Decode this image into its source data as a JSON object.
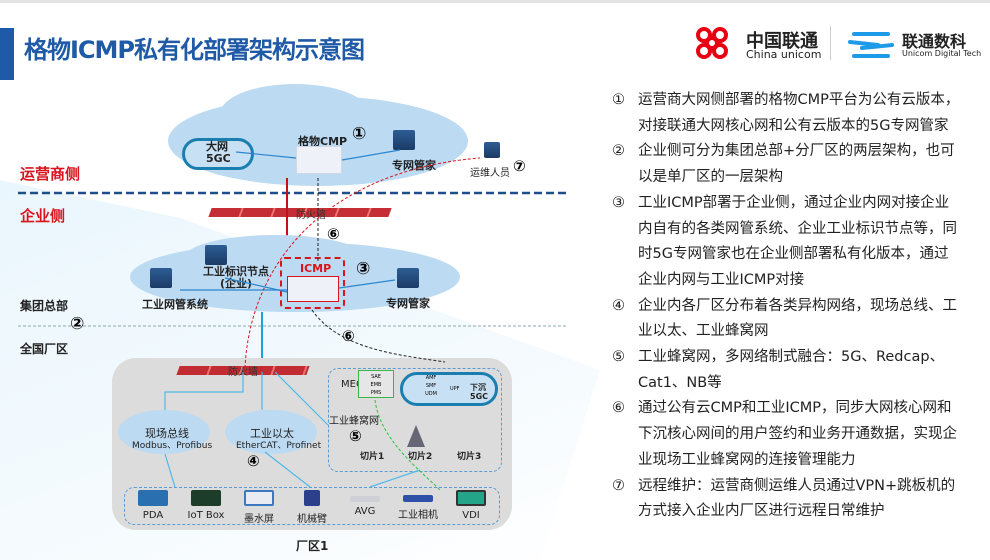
{
  "title": "格物ICMP私有化部署架构示意图",
  "logos": {
    "unicom_cn": "中国联通",
    "unicom_en": "China unicom",
    "digital_cn": "联通数科",
    "digital_en": "Unicom Digital Tech"
  },
  "colors": {
    "brand_blue": "#1f5aa6",
    "red": "#d8141c",
    "cloud": "#bcdaf2"
  },
  "diagram": {
    "zones": {
      "operator": "运营商侧",
      "enterprise": "企业侧",
      "hq": "集团总部",
      "factories": "全国厂区"
    },
    "top_cloud": {
      "core": "大网\n5GC",
      "core_l1": "大网",
      "core_l2": "5GC",
      "cmp": "格物CMP",
      "mgr": "专网管家",
      "ops": "运维人员"
    },
    "firewall": "防火墙",
    "hq_cloud": {
      "icmp": "ICMP",
      "node_l1": "工业标识节点",
      "node_l2": "(企业)",
      "nms": "工业网管系统",
      "mgr": "专网管家"
    },
    "factory": {
      "name": "厂区1",
      "fieldbus": {
        "name": "现场总线",
        "sub": "Modbus、Profibus"
      },
      "ethernet": {
        "name": "工业以太",
        "sub": "EtherCAT、Profinet"
      },
      "cellular": "工业蜂窝网",
      "mec": "MEC",
      "mec_items": [
        "SAE",
        "EMB",
        "PMS"
      ],
      "core_items": [
        "AMF",
        "SMF",
        "UDM"
      ],
      "upf": "UPF",
      "sink_l1": "下沉",
      "sink_l2": "5GC",
      "slices": [
        "切片1",
        "切片2",
        "切片3"
      ],
      "devices": [
        "PDA",
        "IoT Box",
        "墨水屏",
        "机械臂",
        "AVG",
        "工业相机",
        "VDI"
      ]
    },
    "markers": [
      "①",
      "②",
      "③",
      "④",
      "⑤",
      "⑥",
      "⑦"
    ]
  },
  "notes": [
    {
      "num": "①",
      "lines": [
        "运营商大网侧部署的格物CMP平台为公有云版本，",
        "对接联通大网核心网和公有云版本的5G专网管家"
      ]
    },
    {
      "num": "②",
      "lines": [
        "企业侧可分为集团总部+分厂区的两层架构，也可",
        "以是单厂区的一层架构"
      ]
    },
    {
      "num": "③",
      "lines": [
        "工业ICMP部署于企业侧，通过企业内网对接企业",
        "内自有的各类网管系统、企业工业标识节点等，同",
        "时5G专网管家也在企业侧部署私有化版本，通过",
        "企业内网与工业ICMP对接"
      ]
    },
    {
      "num": "④",
      "lines": [
        "企业内各厂区分布着各类异构网络，现场总线、工",
        "业以太、工业蜂窝网"
      ]
    },
    {
      "num": "⑤",
      "lines": [
        "工业蜂窝网，多网络制式融合：5G、Redcap、",
        "Cat1、NB等"
      ]
    },
    {
      "num": "⑥",
      "lines": [
        "通过公有云CMP和工业ICMP，同步大网核心网和",
        "下沉核心网间的用户签约和业务开通数据，实现企",
        "业现场工业蜂窝网的连接管理能力"
      ]
    },
    {
      "num": "⑦",
      "lines": [
        "远程维护：运营商侧运维人员通过VPN+跳板机的",
        "方式接入企业内厂区进行远程日常维护"
      ]
    }
  ]
}
